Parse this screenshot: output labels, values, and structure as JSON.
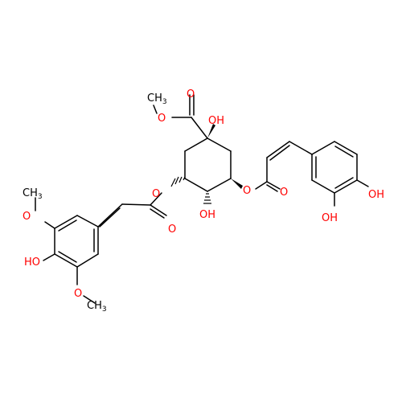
{
  "molecule": {
    "atom_labels": {
      "ester_o_methyl": "O",
      "methyl_ch3": "CH",
      "methyl_sub": "3",
      "ester_o_carbonyl": "O",
      "c1_oh": "OH",
      "c3_o": "O",
      "c4_oh": "OH",
      "c5_o": "O",
      "right_carbonyl_o": "O",
      "left_carbonyl_o": "O",
      "right_oh_para": "OH",
      "right_oh_meta": "OH",
      "left_ho": "HO",
      "left_o_top": "O",
      "left_ch3_top": "CH",
      "left_ch3_top_sub": "3",
      "left_o_bottom": "O",
      "left_ch3_bottom": "CH",
      "left_ch3_bottom_sub": "3"
    },
    "colors": {
      "bond": "#000000",
      "oxygen": "#ff0000",
      "background": "#ffffff"
    }
  }
}
